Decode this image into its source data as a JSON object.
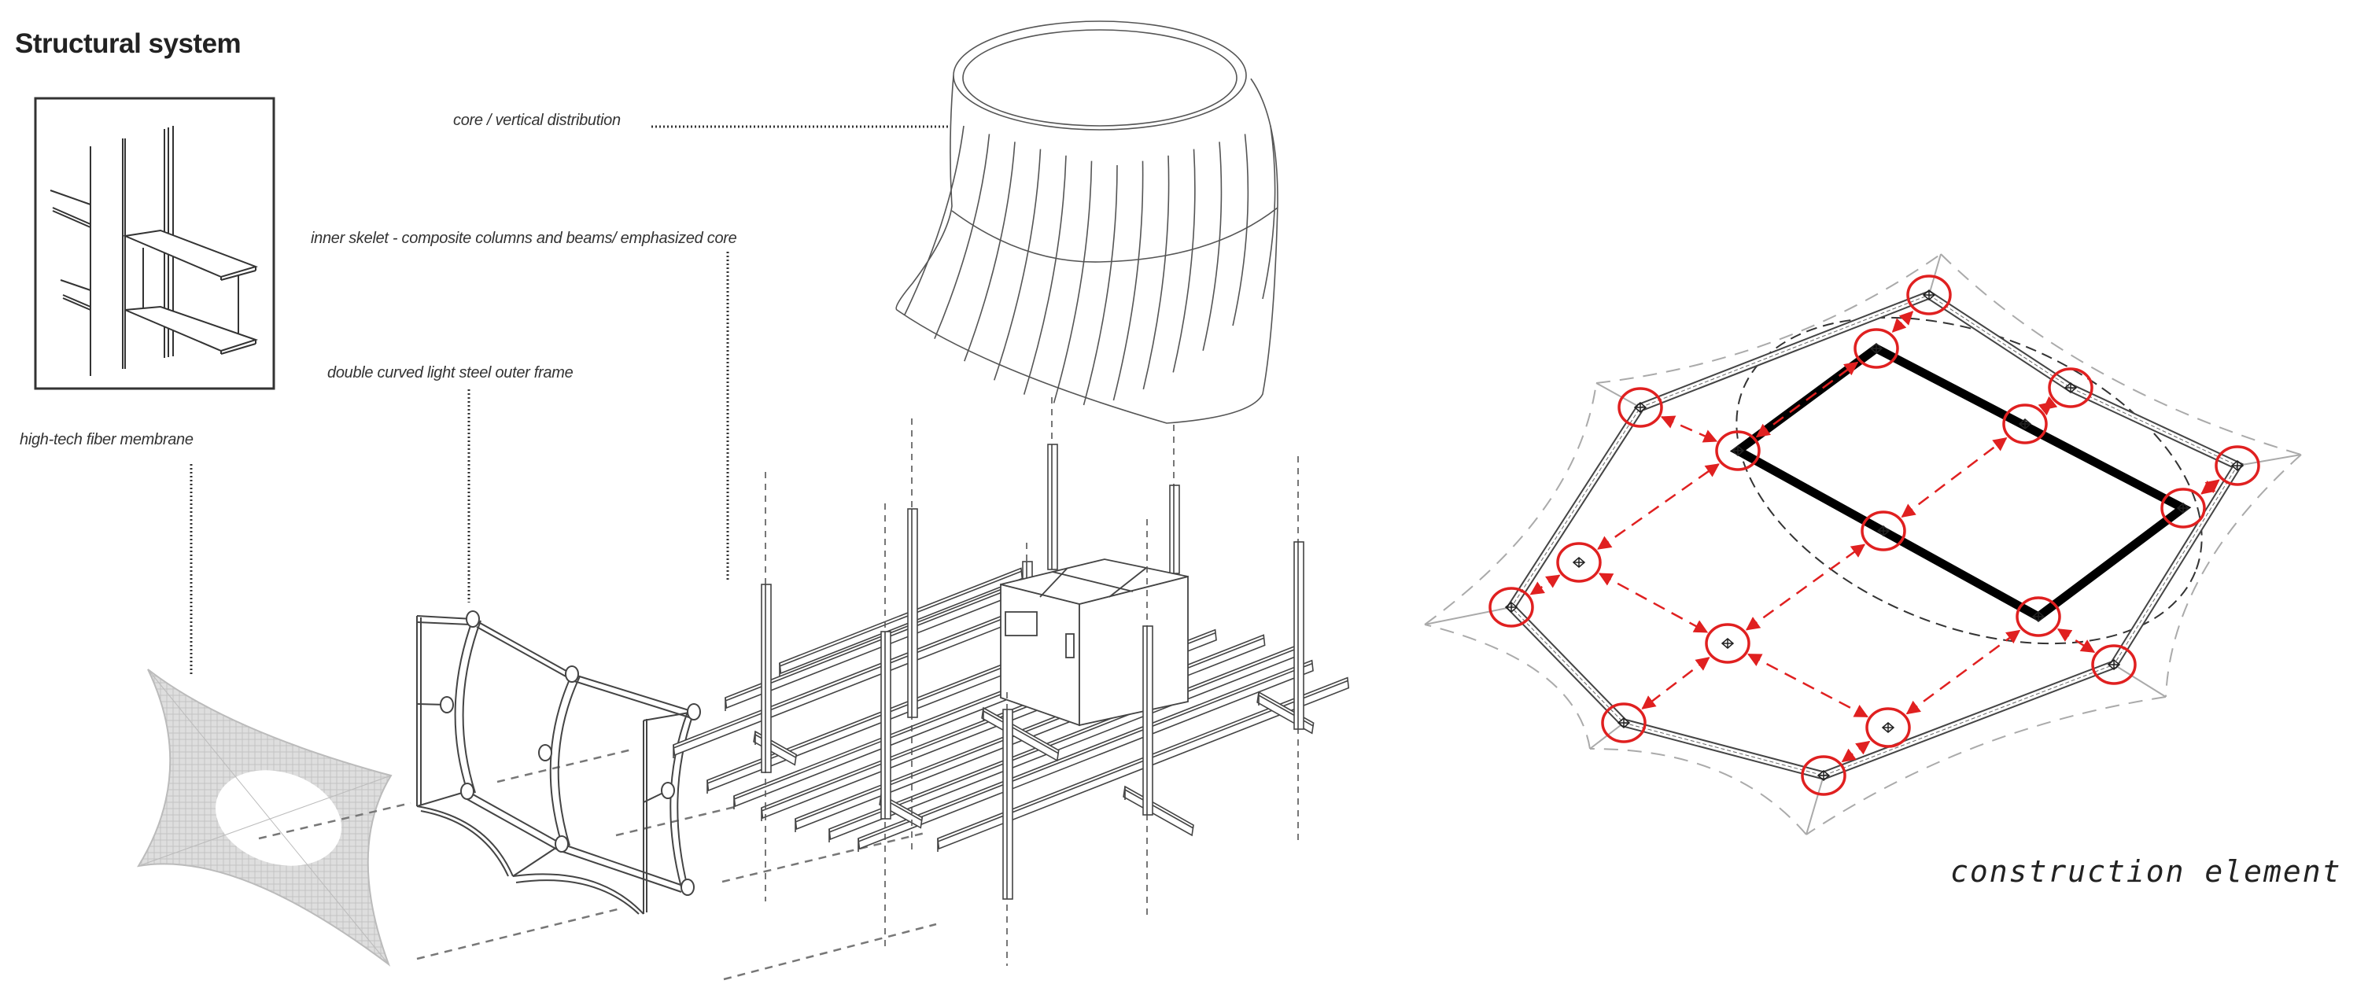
{
  "title": "Structural system",
  "labels": {
    "core": "core / vertical distribution",
    "inner_skelet": "inner skelet - composite columns and beams/ emphasized core",
    "outer_frame": "double curved light steel outer frame",
    "membrane": "high-tech fiber membrane"
  },
  "construction_label": "construction element",
  "colors": {
    "line": "#333333",
    "accent_red": "#e02020",
    "membrane_fill": "#d6d6d6",
    "guide_gray": "#aaaaaa"
  }
}
